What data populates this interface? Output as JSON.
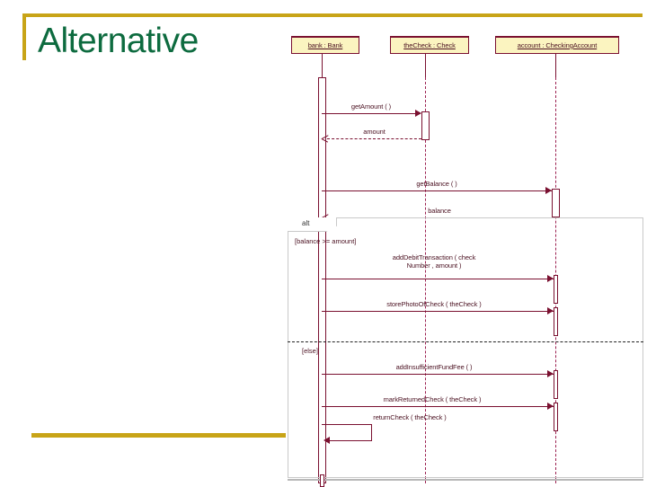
{
  "slide": {
    "title": "Alternative",
    "title_color": "#0d6b3f",
    "accent_color": "#c8a417"
  },
  "diagram": {
    "type": "uml-sequence-diagram",
    "line_color": "#7a1030",
    "head_fill": "#fbf4c0",
    "lifelines": [
      {
        "id": "bank",
        "label": "bank : Bank"
      },
      {
        "id": "check",
        "label": "theCheck : Check"
      },
      {
        "id": "account",
        "label": "account : CheckingAccount"
      }
    ],
    "messages": [
      {
        "id": "m1",
        "label": "getAmount ( )",
        "from": "bank",
        "to": "check",
        "kind": "call"
      },
      {
        "id": "m2",
        "label": "amount",
        "from": "check",
        "to": "bank",
        "kind": "return"
      },
      {
        "id": "m3",
        "label": "getBalance ( )",
        "from": "bank",
        "to": "account",
        "kind": "call"
      },
      {
        "id": "m4",
        "label": "balance",
        "from": "account",
        "to": "bank",
        "kind": "return"
      },
      {
        "id": "m5",
        "label": "addDebitTransaction ( check",
        "label2": "Number , amount )",
        "from": "bank",
        "to": "account",
        "kind": "call"
      },
      {
        "id": "m6",
        "label": "storePhotoOfCheck ( theCheck )",
        "from": "bank",
        "to": "account",
        "kind": "call"
      },
      {
        "id": "m7",
        "label": "addInsufficientFundFee ( )",
        "from": "bank",
        "to": "account",
        "kind": "call"
      },
      {
        "id": "m8",
        "label": "markReturnedCheck ( theCheck )",
        "from": "bank",
        "to": "account",
        "kind": "call"
      },
      {
        "id": "m9",
        "label": "returnCheck ( theCheck )",
        "from": "bank",
        "to": "bank",
        "kind": "self"
      }
    ],
    "fragment": {
      "operator": "alt",
      "guards": [
        "[balance >= amount]",
        "[else]"
      ]
    }
  }
}
